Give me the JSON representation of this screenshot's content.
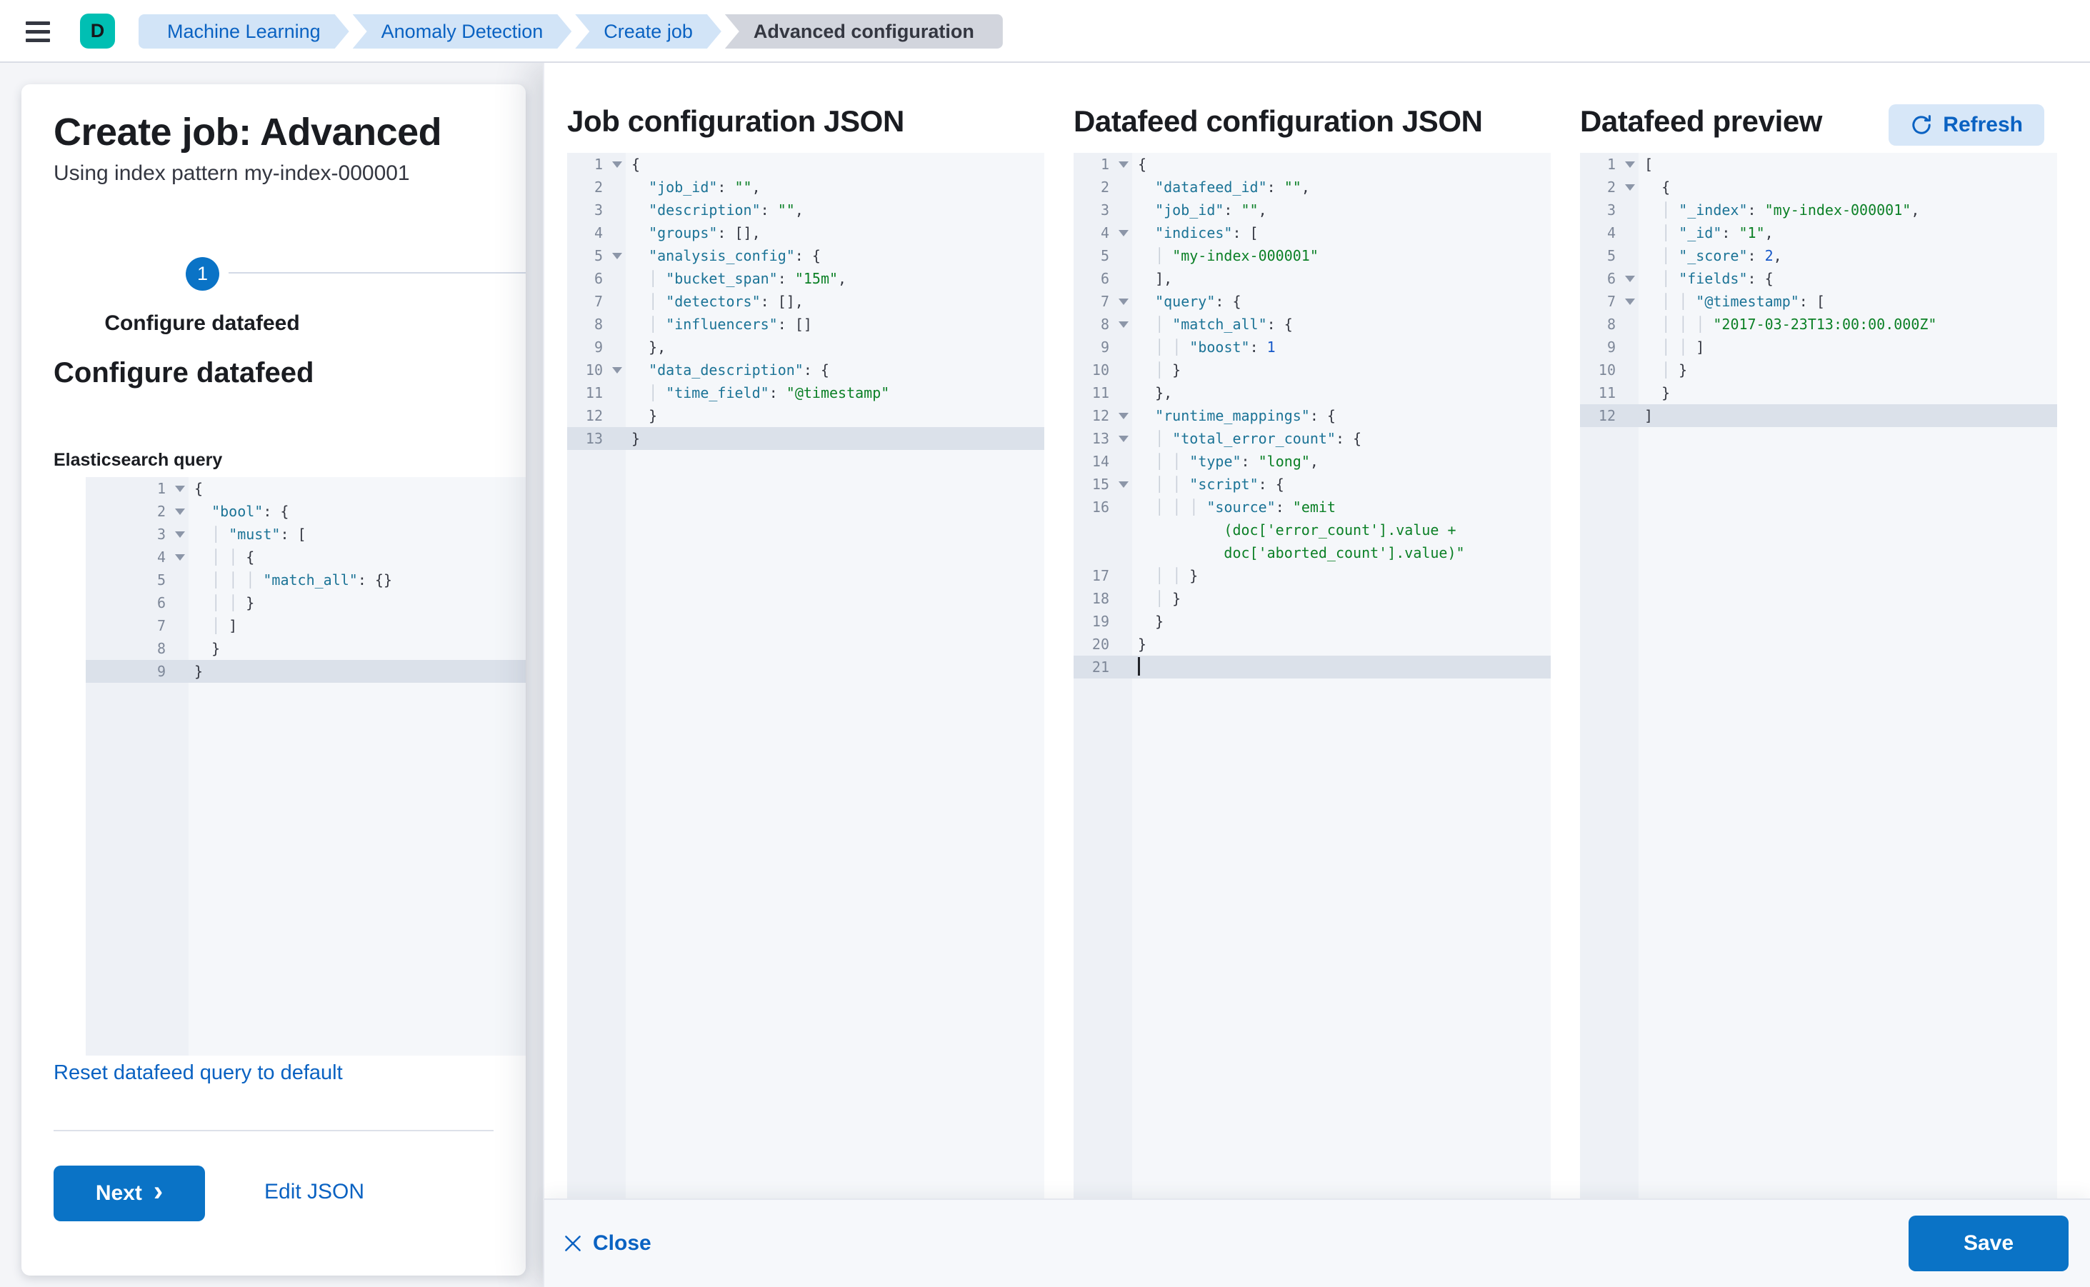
{
  "topbar": {
    "avatar_initial": "D",
    "breadcrumbs": [
      {
        "label": "Machine Learning"
      },
      {
        "label": "Anomaly Detection"
      },
      {
        "label": "Create job"
      },
      {
        "label": "Advanced configuration",
        "current": true
      }
    ]
  },
  "page": {
    "title": "Create job: Advanced",
    "subtitle": "Using index pattern my-index-000001",
    "step": {
      "number": "1",
      "label": "Configure datafeed"
    },
    "section_heading": "Configure datafeed",
    "query_editor_label": "Elasticsearch query",
    "reset_link": "Reset datafeed query to default",
    "next_button": "Next",
    "edit_json_button": "Edit JSON"
  },
  "query_editor": {
    "active_line": 9,
    "lines": [
      {
        "n": 1,
        "f": 1,
        "t": "{"
      },
      {
        "n": 2,
        "f": 1,
        "t": "  \"bool\": {"
      },
      {
        "n": 3,
        "f": 1,
        "t": "  │ \"must\": ["
      },
      {
        "n": 4,
        "f": 1,
        "t": "  │ │ {"
      },
      {
        "n": 5,
        "t": "  │ │ │ \"match_all\": {}"
      },
      {
        "n": 6,
        "t": "  │ │ }"
      },
      {
        "n": 7,
        "t": "  │ ]"
      },
      {
        "n": 8,
        "t": "  }"
      },
      {
        "n": 9,
        "h": 1,
        "t": "}"
      }
    ]
  },
  "flyout": {
    "job_json": {
      "title": "Job configuration JSON",
      "editor": {
        "active_line": 13,
        "lines": [
          {
            "n": 1,
            "f": 1,
            "t": "{"
          },
          {
            "n": 2,
            "t": "  \"job_id\": \"\","
          },
          {
            "n": 3,
            "t": "  \"description\": \"\","
          },
          {
            "n": 4,
            "t": "  \"groups\": [],"
          },
          {
            "n": 5,
            "f": 1,
            "t": "  \"analysis_config\": {"
          },
          {
            "n": 6,
            "t": "  │ \"bucket_span\": \"15m\","
          },
          {
            "n": 7,
            "t": "  │ \"detectors\": [],"
          },
          {
            "n": 8,
            "t": "  │ \"influencers\": []"
          },
          {
            "n": 9,
            "t": "  },"
          },
          {
            "n": 10,
            "f": 1,
            "t": "  \"data_description\": {"
          },
          {
            "n": 11,
            "t": "  │ \"time_field\": \"@timestamp\""
          },
          {
            "n": 12,
            "t": "  }"
          },
          {
            "n": 13,
            "h": 1,
            "t": "}"
          }
        ]
      }
    },
    "datafeed_json": {
      "title": "Datafeed configuration JSON",
      "editor": {
        "active_line": 21,
        "lines": [
          {
            "n": 1,
            "f": 1,
            "t": "{"
          },
          {
            "n": 2,
            "t": "  \"datafeed_id\": \"\","
          },
          {
            "n": 3,
            "t": "  \"job_id\": \"\","
          },
          {
            "n": 4,
            "f": 1,
            "t": "  \"indices\": ["
          },
          {
            "n": 5,
            "t": "  │ \"my-index-000001\""
          },
          {
            "n": 6,
            "t": "  ],"
          },
          {
            "n": 7,
            "f": 1,
            "t": "  \"query\": {"
          },
          {
            "n": 8,
            "f": 1,
            "t": "  │ \"match_all\": {"
          },
          {
            "n": 9,
            "t": "  │ │ \"boost\": 1"
          },
          {
            "n": 10,
            "t": "  │ }"
          },
          {
            "n": 11,
            "t": "  },"
          },
          {
            "n": 12,
            "f": 1,
            "t": "  \"runtime_mappings\": {"
          },
          {
            "n": 13,
            "f": 1,
            "t": "  │ \"total_error_count\": {"
          },
          {
            "n": 14,
            "t": "  │ │ \"type\": \"long\","
          },
          {
            "n": 15,
            "f": 1,
            "t": "  │ │ \"script\": {"
          },
          {
            "n": 16,
            "t": "  │ │ │ \"source\": \"emit"
          },
          {
            "n": "",
            "s": "str",
            "t": "          (doc['error_count'].value +"
          },
          {
            "n": "",
            "s": "str",
            "t": "          doc['aborted_count'].value)\""
          },
          {
            "n": 17,
            "t": "  │ │ }"
          },
          {
            "n": 18,
            "t": "  │ }"
          },
          {
            "n": 19,
            "t": "  }"
          },
          {
            "n": 20,
            "t": "}"
          },
          {
            "n": 21,
            "h": 1,
            "cursor": 1,
            "t": ""
          }
        ]
      }
    },
    "preview": {
      "title": "Datafeed preview",
      "refresh_button": "Refresh",
      "editor": {
        "active_line": 12,
        "lines": [
          {
            "n": 1,
            "f": 1,
            "t": "["
          },
          {
            "n": 2,
            "f": 1,
            "t": "  {"
          },
          {
            "n": 3,
            "t": "  │ \"_index\": \"my-index-000001\","
          },
          {
            "n": 4,
            "t": "  │ \"_id\": \"1\","
          },
          {
            "n": 5,
            "t": "  │ \"_score\": 2,"
          },
          {
            "n": 6,
            "f": 1,
            "t": "  │ \"fields\": {"
          },
          {
            "n": 7,
            "f": 1,
            "t": "  │ │ \"@timestamp\": ["
          },
          {
            "n": 8,
            "t": "  │ │ │ \"2017-03-23T13:00:00.000Z\""
          },
          {
            "n": 9,
            "t": "  │ │ ]"
          },
          {
            "n": 10,
            "t": "  │ }"
          },
          {
            "n": 11,
            "t": "  }"
          },
          {
            "n": 12,
            "h": 1,
            "t": "]"
          }
        ]
      }
    },
    "footer": {
      "close_button": "Close",
      "save_button": "Save"
    }
  },
  "colors": {
    "primary": "#0a73c6",
    "link": "#0a62c2",
    "avatar_bg": "#00bfb3",
    "breadcrumb_bg": "#d2e4f7",
    "breadcrumb_text": "#0a62c2",
    "breadcrumb_current_bg": "#d2d5dd",
    "breadcrumb_current_text": "#343741",
    "page_bg": "#f4f5f8",
    "editor_bg": "#f5f7fa",
    "editor_gutter_bg": "#eef1f6",
    "editor_active_line": "#dbe1ea",
    "syntax_key": "#1b7396",
    "syntax_string": "#0b8026",
    "syntax_number": "#1558c9",
    "syntax_punct": "#343741",
    "gutter_text": "#7d8798",
    "refresh_bg": "#d7e7f8",
    "divider": "#d3dae6"
  }
}
